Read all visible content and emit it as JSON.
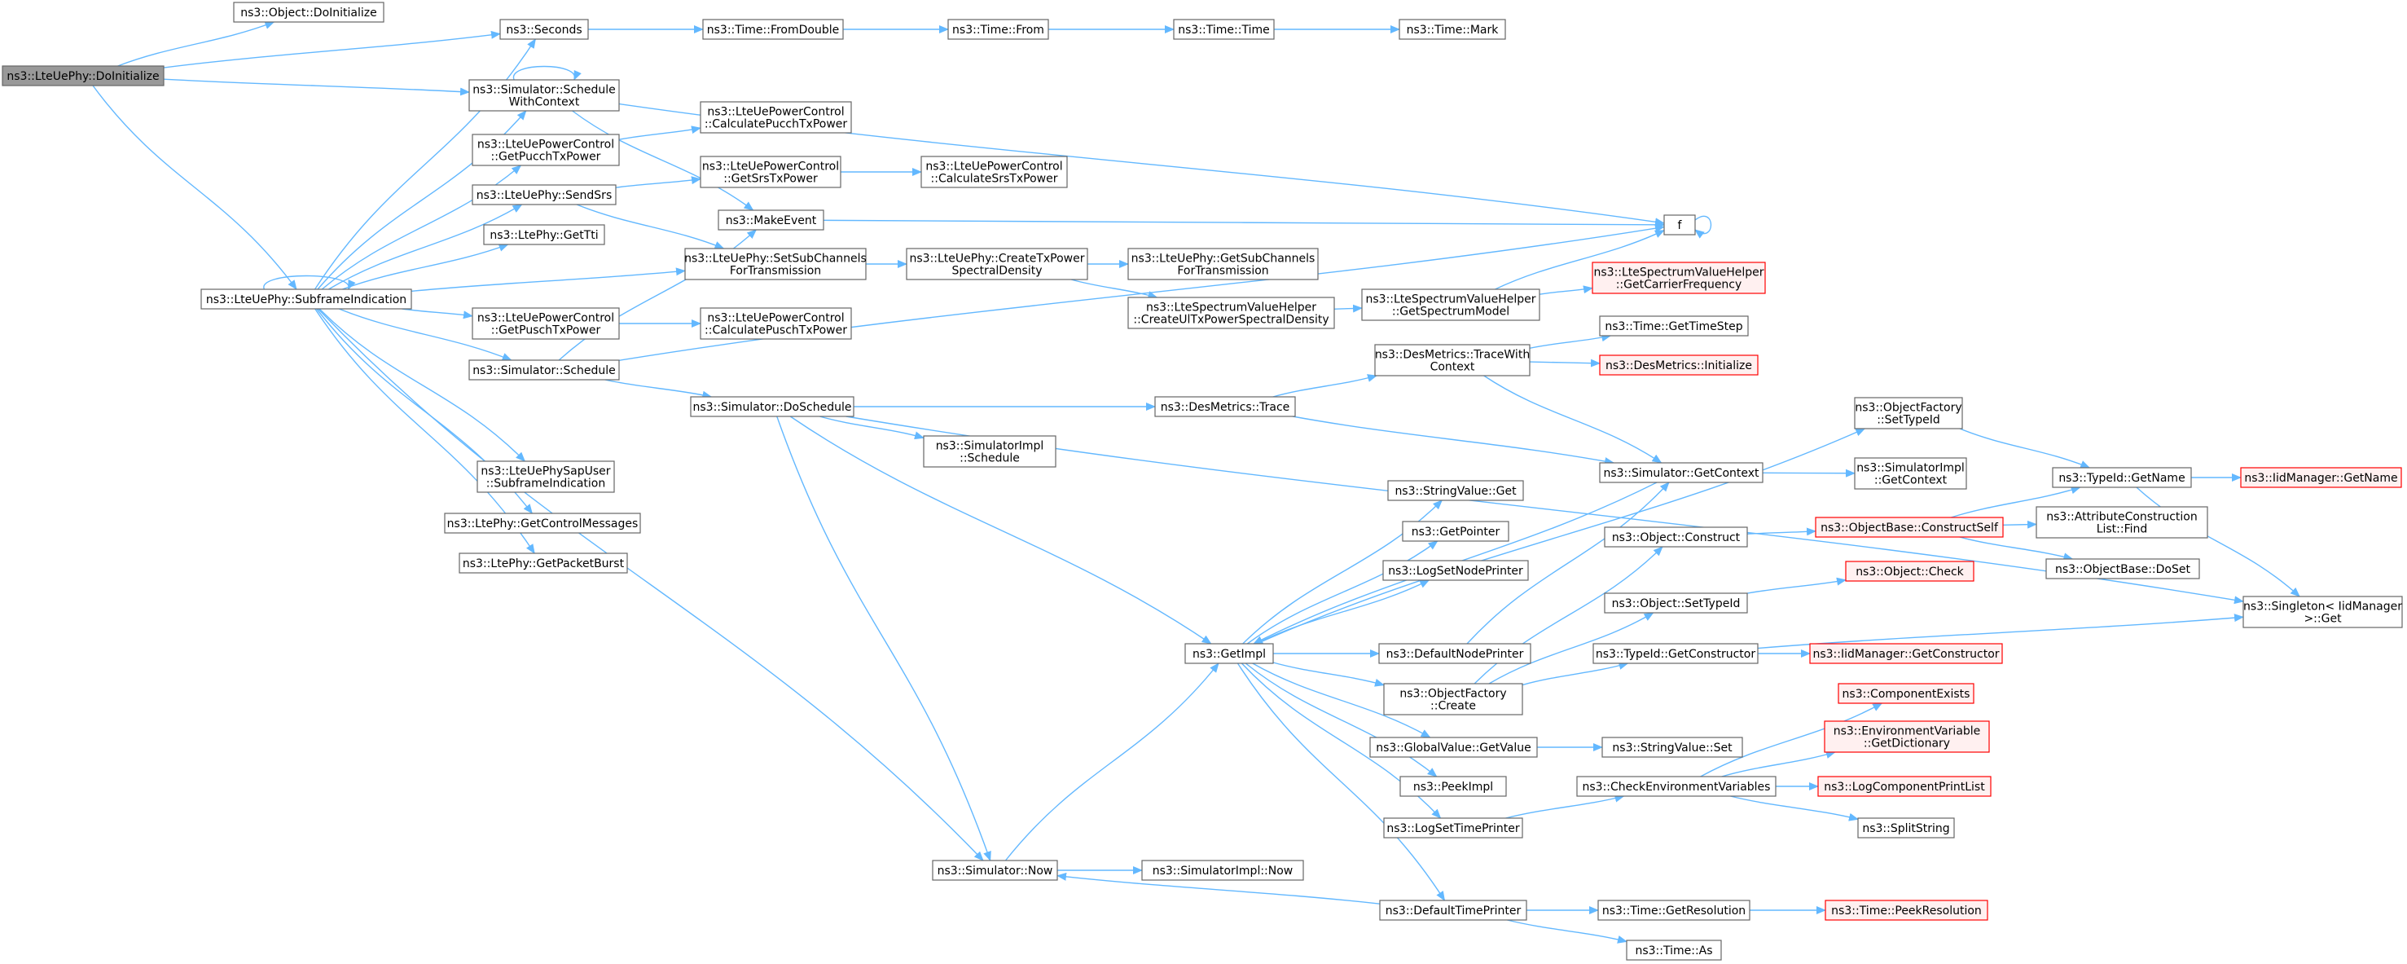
{
  "colors": {
    "edge": "#63b8ff",
    "node_border": "#666666",
    "node_fill": "#ffffff",
    "root_fill": "#999999",
    "truncated_border": "#ff0000",
    "truncated_fill": "#fff0f0"
  },
  "nodes": [
    {
      "id": "root",
      "lines": [
        "ns3::LteUePhy::DoInitialize"
      ],
      "style": "root"
    },
    {
      "id": "obj_doinit",
      "lines": [
        "ns3::Object::DoInitialize"
      ],
      "style": "normal"
    },
    {
      "id": "seconds",
      "lines": [
        "ns3::Seconds"
      ],
      "style": "normal"
    },
    {
      "id": "fromdouble",
      "lines": [
        "ns3::Time::FromDouble"
      ],
      "style": "normal"
    },
    {
      "id": "from",
      "lines": [
        "ns3::Time::From"
      ],
      "style": "normal"
    },
    {
      "id": "time",
      "lines": [
        "ns3::Time::Time"
      ],
      "style": "normal"
    },
    {
      "id": "mark",
      "lines": [
        "ns3::Time::Mark"
      ],
      "style": "normal"
    },
    {
      "id": "schedctx",
      "lines": [
        "ns3::Simulator::Schedule",
        "WithContext"
      ],
      "style": "normal"
    },
    {
      "id": "calcpucch",
      "lines": [
        "ns3::LteUePowerControl",
        "::CalculatePucchTxPower"
      ],
      "style": "normal"
    },
    {
      "id": "getpucch",
      "lines": [
        "ns3::LteUePowerControl",
        "::GetPucchTxPower"
      ],
      "style": "normal"
    },
    {
      "id": "getsrs",
      "lines": [
        "ns3::LteUePowerControl",
        "::GetSrsTxPower"
      ],
      "style": "normal"
    },
    {
      "id": "calcsrs",
      "lines": [
        "ns3::LteUePowerControl",
        "::CalculateSrsTxPower"
      ],
      "style": "normal"
    },
    {
      "id": "sendsrs",
      "lines": [
        "ns3::LteUePhy::SendSrs"
      ],
      "style": "normal"
    },
    {
      "id": "makeevent",
      "lines": [
        "ns3::MakeEvent"
      ],
      "style": "normal"
    },
    {
      "id": "f",
      "lines": [
        "f"
      ],
      "style": "normal"
    },
    {
      "id": "gettti",
      "lines": [
        "ns3::LtePhy::GetTti"
      ],
      "style": "normal"
    },
    {
      "id": "subframe",
      "lines": [
        "ns3::LteUePhy::SubframeIndication"
      ],
      "style": "normal"
    },
    {
      "id": "setsub",
      "lines": [
        "ns3::LteUePhy::SetSubChannels",
        "ForTransmission"
      ],
      "style": "normal"
    },
    {
      "id": "createtx",
      "lines": [
        "ns3::LteUePhy::CreateTxPower",
        "SpectralDensity"
      ],
      "style": "normal"
    },
    {
      "id": "getsub",
      "lines": [
        "ns3::LteUePhy::GetSubChannels",
        "ForTransmission"
      ],
      "style": "normal"
    },
    {
      "id": "carrier",
      "lines": [
        "ns3::LteSpectrumValueHelper",
        "::GetCarrierFrequency"
      ],
      "style": "truncated"
    },
    {
      "id": "getpusch",
      "lines": [
        "ns3::LteUePowerControl",
        "::GetPuschTxPower"
      ],
      "style": "normal"
    },
    {
      "id": "calcpusch",
      "lines": [
        "ns3::LteUePowerControl",
        "::CalculatePuschTxPower"
      ],
      "style": "normal"
    },
    {
      "id": "createul",
      "lines": [
        "ns3::LteSpectrumValueHelper",
        "::CreateUlTxPowerSpectralDensity"
      ],
      "style": "normal"
    },
    {
      "id": "specmodel",
      "lines": [
        "ns3::LteSpectrumValueHelper",
        "::GetSpectrumModel"
      ],
      "style": "normal"
    },
    {
      "id": "timestep",
      "lines": [
        "ns3::Time::GetTimeStep"
      ],
      "style": "normal"
    },
    {
      "id": "schedule",
      "lines": [
        "ns3::Simulator::Schedule"
      ],
      "style": "normal"
    },
    {
      "id": "tracewith",
      "lines": [
        "ns3::DesMetrics::TraceWith",
        "Context"
      ],
      "style": "normal"
    },
    {
      "id": "desinit",
      "lines": [
        "ns3::DesMetrics::Initialize"
      ],
      "style": "truncated"
    },
    {
      "id": "doschedule",
      "lines": [
        "ns3::Simulator::DoSchedule"
      ],
      "style": "normal"
    },
    {
      "id": "trace",
      "lines": [
        "ns3::DesMetrics::Trace"
      ],
      "style": "normal"
    },
    {
      "id": "settypeid_of",
      "lines": [
        "ns3::ObjectFactory",
        "::SetTypeId"
      ],
      "style": "normal"
    },
    {
      "id": "implsched",
      "lines": [
        "ns3::SimulatorImpl",
        "::Schedule"
      ],
      "style": "normal"
    },
    {
      "id": "sapuser",
      "lines": [
        "ns3::LteUePhySapUser",
        "::SubframeIndication"
      ],
      "style": "normal"
    },
    {
      "id": "getctx",
      "lines": [
        "ns3::Simulator::GetContext"
      ],
      "style": "normal"
    },
    {
      "id": "implctx",
      "lines": [
        "ns3::SimulatorImpl",
        "::GetContext"
      ],
      "style": "normal"
    },
    {
      "id": "getname",
      "lines": [
        "ns3::TypeId::GetName"
      ],
      "style": "normal"
    },
    {
      "id": "iidgetname",
      "lines": [
        "ns3::IidManager::GetName"
      ],
      "style": "truncated"
    },
    {
      "id": "ctrlmsg",
      "lines": [
        "ns3::LtePhy::GetControlMessages"
      ],
      "style": "normal"
    },
    {
      "id": "strget",
      "lines": [
        "ns3::StringValue::Get"
      ],
      "style": "normal"
    },
    {
      "id": "pktburst",
      "lines": [
        "ns3::LtePhy::GetPacketBurst"
      ],
      "style": "normal"
    },
    {
      "id": "getpointer",
      "lines": [
        "ns3::GetPointer"
      ],
      "style": "normal"
    },
    {
      "id": "construct",
      "lines": [
        "ns3::Object::Construct"
      ],
      "style": "normal"
    },
    {
      "id": "constructself",
      "lines": [
        "ns3::ObjectBase::ConstructSelf"
      ],
      "style": "truncated"
    },
    {
      "id": "attrfind",
      "lines": [
        "ns3::AttributeConstruction",
        "List::Find"
      ],
      "style": "normal"
    },
    {
      "id": "lognode",
      "lines": [
        "ns3::LogSetNodePrinter"
      ],
      "style": "normal"
    },
    {
      "id": "doset",
      "lines": [
        "ns3::ObjectBase::DoSet"
      ],
      "style": "normal"
    },
    {
      "id": "objsettype",
      "lines": [
        "ns3::Object::SetTypeId"
      ],
      "style": "normal"
    },
    {
      "id": "objcheck",
      "lines": [
        "ns3::Object::Check"
      ],
      "style": "truncated"
    },
    {
      "id": "singleton",
      "lines": [
        "ns3::Singleton< IidManager",
        ">::Get"
      ],
      "style": "normal"
    },
    {
      "id": "getimpl",
      "lines": [
        "ns3::GetImpl"
      ],
      "style": "normal"
    },
    {
      "id": "defnode",
      "lines": [
        "ns3::DefaultNodePrinter"
      ],
      "style": "normal"
    },
    {
      "id": "getconstructor",
      "lines": [
        "ns3::TypeId::GetConstructor"
      ],
      "style": "normal"
    },
    {
      "id": "iidgetctor",
      "lines": [
        "ns3::IidManager::GetConstructor"
      ],
      "style": "truncated"
    },
    {
      "id": "ofcreate",
      "lines": [
        "ns3::ObjectFactory",
        "::Create"
      ],
      "style": "normal"
    },
    {
      "id": "compexists",
      "lines": [
        "ns3::ComponentExists"
      ],
      "style": "truncated"
    },
    {
      "id": "envdict",
      "lines": [
        "ns3::EnvironmentVariable",
        "::GetDictionary"
      ],
      "style": "truncated"
    },
    {
      "id": "gvget",
      "lines": [
        "ns3::GlobalValue::GetValue"
      ],
      "style": "normal"
    },
    {
      "id": "strset",
      "lines": [
        "ns3::StringValue::Set"
      ],
      "style": "normal"
    },
    {
      "id": "peekimpl",
      "lines": [
        "ns3::PeekImpl"
      ],
      "style": "normal"
    },
    {
      "id": "checkenv",
      "lines": [
        "ns3::CheckEnvironmentVariables"
      ],
      "style": "normal"
    },
    {
      "id": "logcomp",
      "lines": [
        "ns3::LogComponentPrintList"
      ],
      "style": "truncated"
    },
    {
      "id": "logtime",
      "lines": [
        "ns3::LogSetTimePrinter"
      ],
      "style": "normal"
    },
    {
      "id": "splitstr",
      "lines": [
        "ns3::SplitString"
      ],
      "style": "normal"
    },
    {
      "id": "now",
      "lines": [
        "ns3::Simulator::Now"
      ],
      "style": "normal"
    },
    {
      "id": "implnow",
      "lines": [
        "ns3::SimulatorImpl::Now"
      ],
      "style": "normal"
    },
    {
      "id": "deftime",
      "lines": [
        "ns3::DefaultTimePrinter"
      ],
      "style": "normal"
    },
    {
      "id": "getres",
      "lines": [
        "ns3::Time::GetResolution"
      ],
      "style": "normal"
    },
    {
      "id": "peekres",
      "lines": [
        "ns3::Time::PeekResolution"
      ],
      "style": "truncated"
    },
    {
      "id": "timeas",
      "lines": [
        "ns3::Time::As"
      ],
      "style": "normal"
    }
  ],
  "edges": [
    [
      "root",
      "obj_doinit"
    ],
    [
      "root",
      "seconds"
    ],
    [
      "root",
      "schedctx"
    ],
    [
      "root",
      "subframe"
    ],
    [
      "seconds",
      "fromdouble"
    ],
    [
      "fromdouble",
      "from"
    ],
    [
      "from",
      "time"
    ],
    [
      "time",
      "mark"
    ],
    [
      "schedctx",
      "schedctx"
    ],
    [
      "schedctx",
      "f"
    ],
    [
      "schedctx",
      "makeevent"
    ],
    [
      "getpucch",
      "calcpucch"
    ],
    [
      "sendsrs",
      "getsrs"
    ],
    [
      "getsrs",
      "calcsrs"
    ],
    [
      "sendsrs",
      "setsub"
    ],
    [
      "makeevent",
      "f"
    ],
    [
      "f",
      "f"
    ],
    [
      "subframe",
      "subframe"
    ],
    [
      "subframe",
      "seconds"
    ],
    [
      "subframe",
      "schedctx"
    ],
    [
      "subframe",
      "getpucch"
    ],
    [
      "subframe",
      "sendsrs"
    ],
    [
      "subframe",
      "gettti"
    ],
    [
      "subframe",
      "setsub"
    ],
    [
      "subframe",
      "getpusch"
    ],
    [
      "subframe",
      "schedule"
    ],
    [
      "subframe",
      "now"
    ],
    [
      "subframe",
      "sapuser"
    ],
    [
      "subframe",
      "ctrlmsg"
    ],
    [
      "subframe",
      "pktburst"
    ],
    [
      "setsub",
      "createtx"
    ],
    [
      "createtx",
      "getsub"
    ],
    [
      "createtx",
      "createul"
    ],
    [
      "createul",
      "specmodel"
    ],
    [
      "specmodel",
      "f"
    ],
    [
      "specmodel",
      "carrier"
    ],
    [
      "getpusch",
      "calcpusch"
    ],
    [
      "schedule",
      "makeevent"
    ],
    [
      "schedule",
      "f"
    ],
    [
      "schedule",
      "doschedule"
    ],
    [
      "tracewith",
      "timestep"
    ],
    [
      "tracewith",
      "desinit"
    ],
    [
      "tracewith",
      "getctx"
    ],
    [
      "doschedule",
      "trace"
    ],
    [
      "doschedule",
      "implsched"
    ],
    [
      "doschedule",
      "getimpl"
    ],
    [
      "doschedule",
      "now"
    ],
    [
      "doschedule",
      "singleton"
    ],
    [
      "trace",
      "tracewith"
    ],
    [
      "trace",
      "getctx"
    ],
    [
      "settypeid_of",
      "getname"
    ],
    [
      "getctx",
      "implctx"
    ],
    [
      "getctx",
      "getimpl"
    ],
    [
      "getname",
      "iidgetname"
    ],
    [
      "getname",
      "singleton"
    ],
    [
      "construct",
      "constructself"
    ],
    [
      "constructself",
      "getname"
    ],
    [
      "constructself",
      "attrfind"
    ],
    [
      "constructself",
      "doset"
    ],
    [
      "objsettype",
      "objcheck"
    ],
    [
      "getimpl",
      "settypeid_of"
    ],
    [
      "getimpl",
      "strget"
    ],
    [
      "getimpl",
      "getpointer"
    ],
    [
      "getimpl",
      "lognode"
    ],
    [
      "getimpl",
      "defnode"
    ],
    [
      "getimpl",
      "ofcreate"
    ],
    [
      "getimpl",
      "gvget"
    ],
    [
      "getimpl",
      "peekimpl"
    ],
    [
      "getimpl",
      "logtime"
    ],
    [
      "getimpl",
      "deftime"
    ],
    [
      "defnode",
      "getctx"
    ],
    [
      "getconstructor",
      "iidgetctor"
    ],
    [
      "getconstructor",
      "singleton"
    ],
    [
      "ofcreate",
      "construct"
    ],
    [
      "ofcreate",
      "objsettype"
    ],
    [
      "ofcreate",
      "getconstructor"
    ],
    [
      "gvget",
      "strset"
    ],
    [
      "checkenv",
      "compexists"
    ],
    [
      "checkenv",
      "envdict"
    ],
    [
      "checkenv",
      "logcomp"
    ],
    [
      "checkenv",
      "splitstr"
    ],
    [
      "logtime",
      "checkenv"
    ],
    [
      "now",
      "getimpl"
    ],
    [
      "now",
      "implnow"
    ],
    [
      "deftime",
      "now"
    ],
    [
      "deftime",
      "getres"
    ],
    [
      "deftime",
      "timeas"
    ],
    [
      "getres",
      "peekres"
    ]
  ]
}
